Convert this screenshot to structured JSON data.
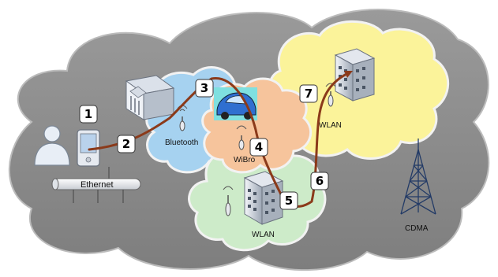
{
  "labels": {
    "ethernet": "Ethernet",
    "bluetooth": "Bluetooth",
    "wibro": "WiBro",
    "wlan_bottom": "WLAN",
    "wlan_top": "WLAN",
    "cdma": "CDMA"
  },
  "steps": [
    "1",
    "2",
    "3",
    "4",
    "5",
    "6",
    "7"
  ],
  "icons": [
    "user-icon",
    "pda-icon",
    "bank-building-icon",
    "car-icon",
    "office-building-icon",
    "cell-tower-icon",
    "antenna-icon"
  ],
  "colors": {
    "background_cloud": "#8c8c8c",
    "bluetooth_cloud": "#a6d2f0",
    "wibro_cloud": "#f6c49c",
    "wlan_bottom_cloud": "#cdebc9",
    "wlan_top_cloud": "#fbf39a",
    "path": "#8b3a1a"
  }
}
